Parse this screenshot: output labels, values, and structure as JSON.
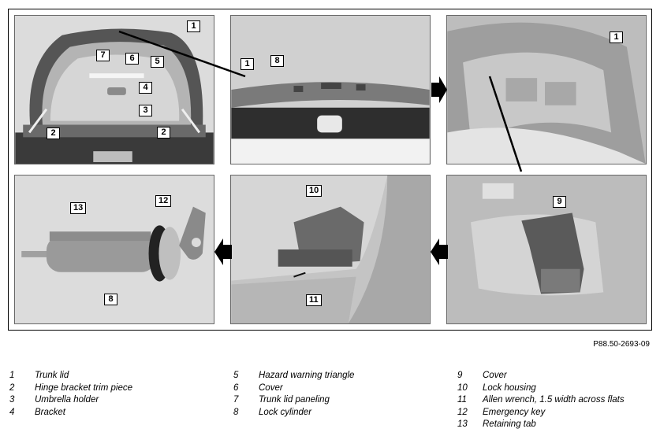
{
  "figure_id": "P88.50-2693-09",
  "panels": [
    {
      "name": "trunk-open-rear-view",
      "callouts": [
        "1",
        "7",
        "6",
        "5",
        "4",
        "3",
        "2",
        "2"
      ]
    },
    {
      "name": "trunk-lid-edge-closeup",
      "callouts": [
        "1",
        "8"
      ]
    },
    {
      "name": "trunk-lid-underside",
      "callouts": [
        "1"
      ]
    },
    {
      "name": "lock-cylinder-removed",
      "callouts": [
        "13",
        "12",
        "8"
      ]
    },
    {
      "name": "lock-housing-closeup",
      "callouts": [
        "10",
        "11"
      ]
    },
    {
      "name": "cover-closeup",
      "callouts": [
        "9"
      ]
    }
  ],
  "legend": [
    [
      {
        "num": "1",
        "label": "Trunk lid"
      },
      {
        "num": "2",
        "label": "Hinge bracket trim piece"
      },
      {
        "num": "3",
        "label": "Umbrella holder"
      },
      {
        "num": "4",
        "label": "Bracket"
      }
    ],
    [
      {
        "num": "5",
        "label": "Hazard warning triangle"
      },
      {
        "num": "6",
        "label": "Cover"
      },
      {
        "num": "7",
        "label": "Trunk lid paneling"
      },
      {
        "num": "8",
        "label": "Lock cylinder"
      }
    ],
    [
      {
        "num": "9",
        "label": "Cover"
      },
      {
        "num": "10",
        "label": "Lock housing"
      },
      {
        "num": "11",
        "label": "Allen wrench, 1.5 width across flats"
      },
      {
        "num": "12",
        "label": "Emergency key"
      },
      {
        "num": "13",
        "label": "Retaining tab"
      }
    ]
  ]
}
